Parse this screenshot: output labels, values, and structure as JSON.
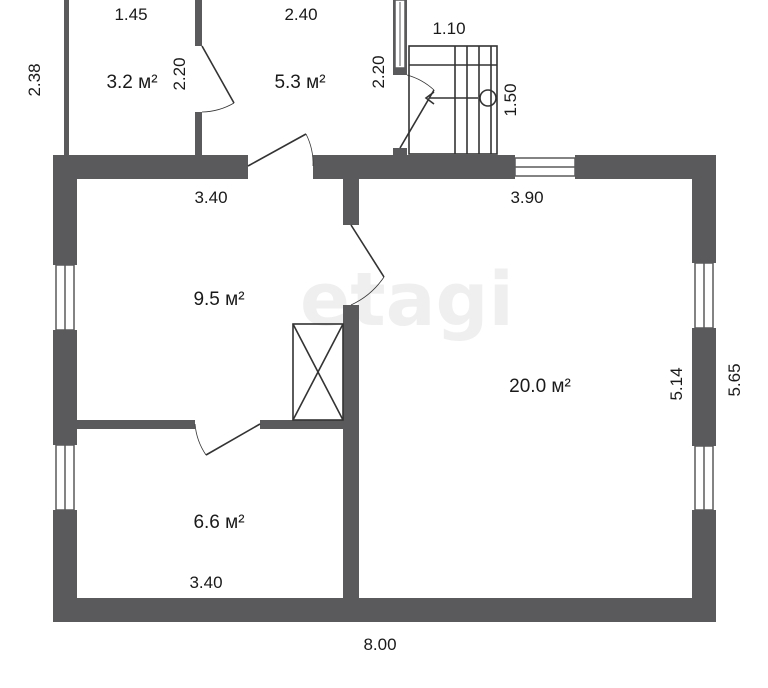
{
  "watermark": "etagi",
  "rooms": {
    "r1": {
      "area": "3.2 м²"
    },
    "r2": {
      "area": "5.3 м²"
    },
    "r3": {
      "area": "9.5 м²"
    },
    "r4": {
      "area": "20.0 м²"
    },
    "r5": {
      "area": "6.6 м²"
    }
  },
  "dimensions": {
    "top_r1": "1.45",
    "top_r2": "2.40",
    "porch_height": "2.38",
    "door_r1": "2.20",
    "door_r2": "2.20",
    "stair_width": "1.10",
    "stair_length": "1.50",
    "r3_width": "3.40",
    "r4_width": "3.90",
    "r4_height": "5.14",
    "house_height": "5.65",
    "r5_width": "3.40",
    "house_width": "8.00"
  },
  "colors": {
    "wall": "#5a5a5c",
    "line": "#333333",
    "window": "#ffffff"
  }
}
